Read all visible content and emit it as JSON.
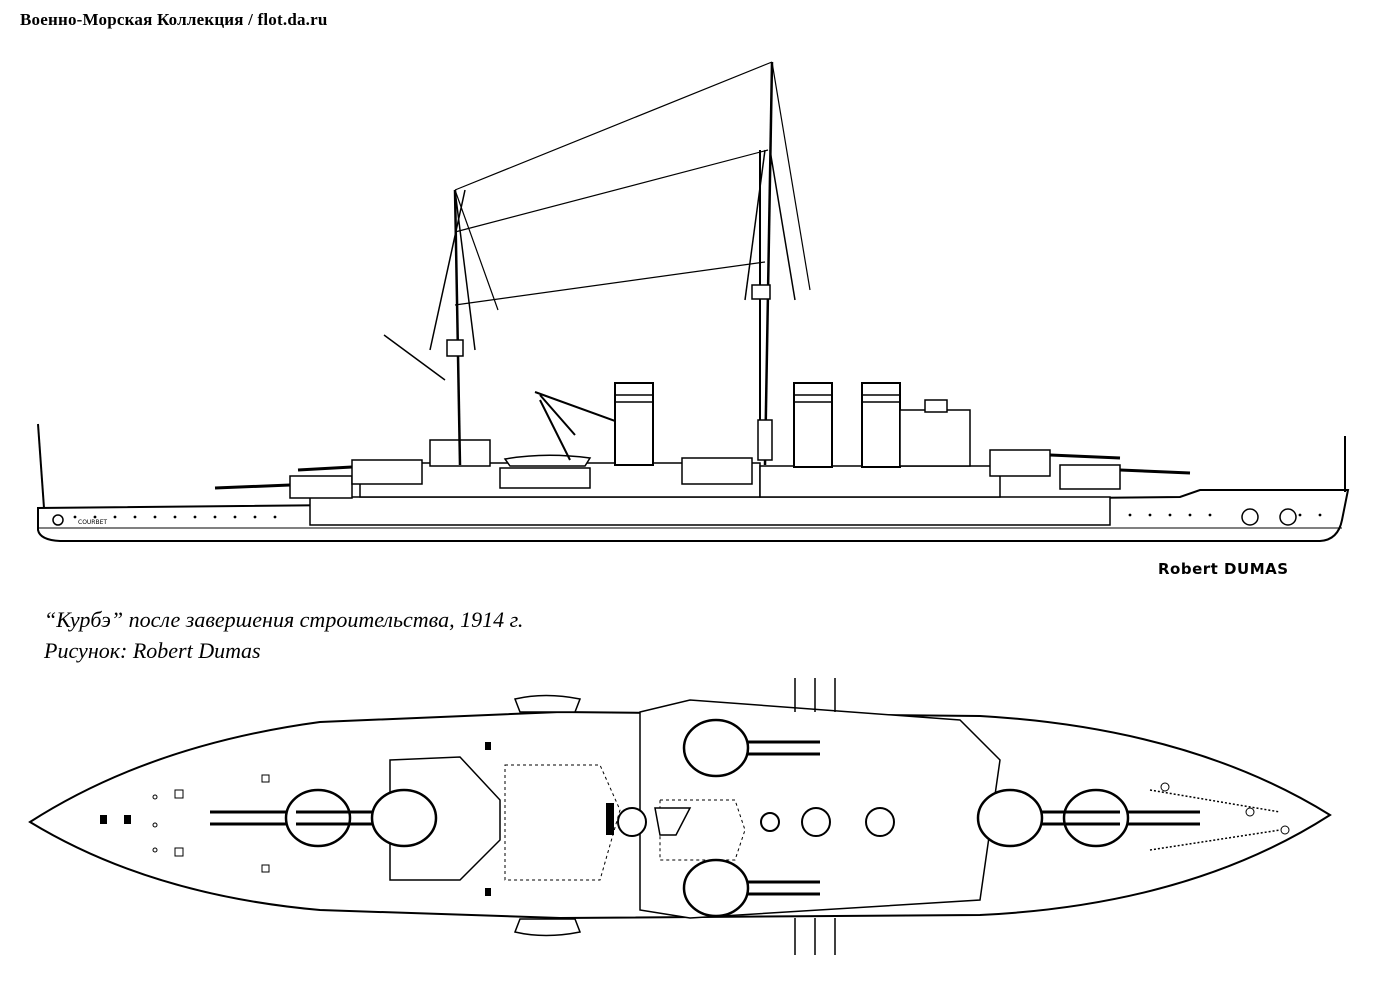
{
  "header": {
    "site_title": "Военно-Морская Коллекция / flot.da.ru"
  },
  "profile_view": {
    "hull_name_plate": "COURBET",
    "artist_signature": "Robert DUMAS"
  },
  "caption": {
    "line1": "“Курбэ” после завершения строительства, 1914 г.",
    "line2": "Рисунок: Robert Dumas"
  }
}
